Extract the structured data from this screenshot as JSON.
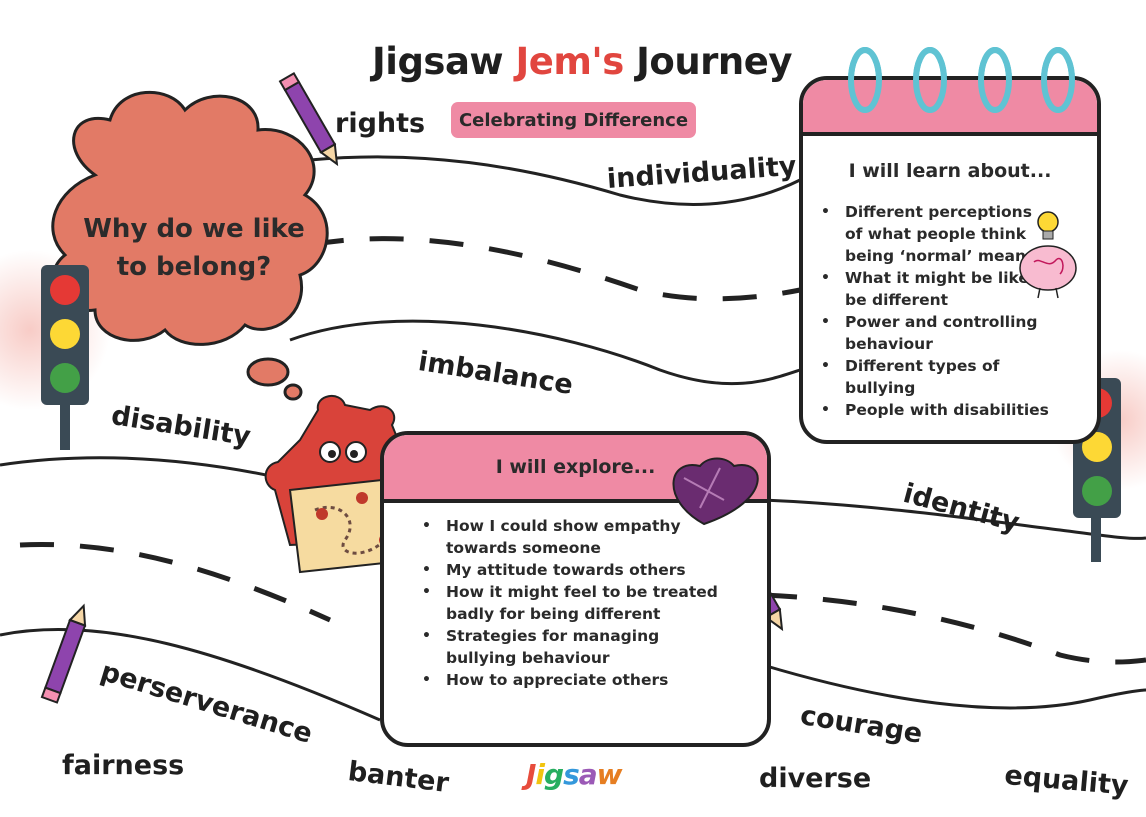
{
  "title": {
    "prefix": "Jigsaw",
    "accent": "Jem's",
    "suffix": "Journey"
  },
  "subtitle": "Celebrating Difference",
  "question": "Why do we like to belong?",
  "words": {
    "rights": "rights",
    "individuality": "individuality",
    "imbalance": "imbalance",
    "disability": "disability",
    "identity": "identity",
    "perserverance": "perserverance",
    "fairness": "fairness",
    "banter": "banter",
    "courage": "courage",
    "diverse": "diverse",
    "equality": "equality"
  },
  "learn": {
    "heading": "I will learn about...",
    "items": [
      "Different perceptions of what people think being ‘normal’ means",
      "What it might be like to be different",
      "Power and controlling behaviour",
      "Different types of bullying",
      "People with disabilities"
    ]
  },
  "explore": {
    "heading": "I will explore...",
    "items": [
      "How I could show empathy towards someone",
      "My attitude towards others",
      "How it might feel to be treated badly for being different",
      "Strategies for managing bullying behaviour",
      "How to appreciate others"
    ]
  },
  "logo": "Jigsaw",
  "colors": {
    "pink": "#ef8aa4",
    "accent_red": "#e1463f",
    "cloud": "#e27a66",
    "jem_red": "#d9433a",
    "road_line": "#222222"
  },
  "icons": [
    "traffic-light-icon",
    "pencil-icon",
    "jigsaw-jem-mascot",
    "puzzle-heart-icon",
    "brain-lightbulb-icon",
    "thought-cloud"
  ]
}
